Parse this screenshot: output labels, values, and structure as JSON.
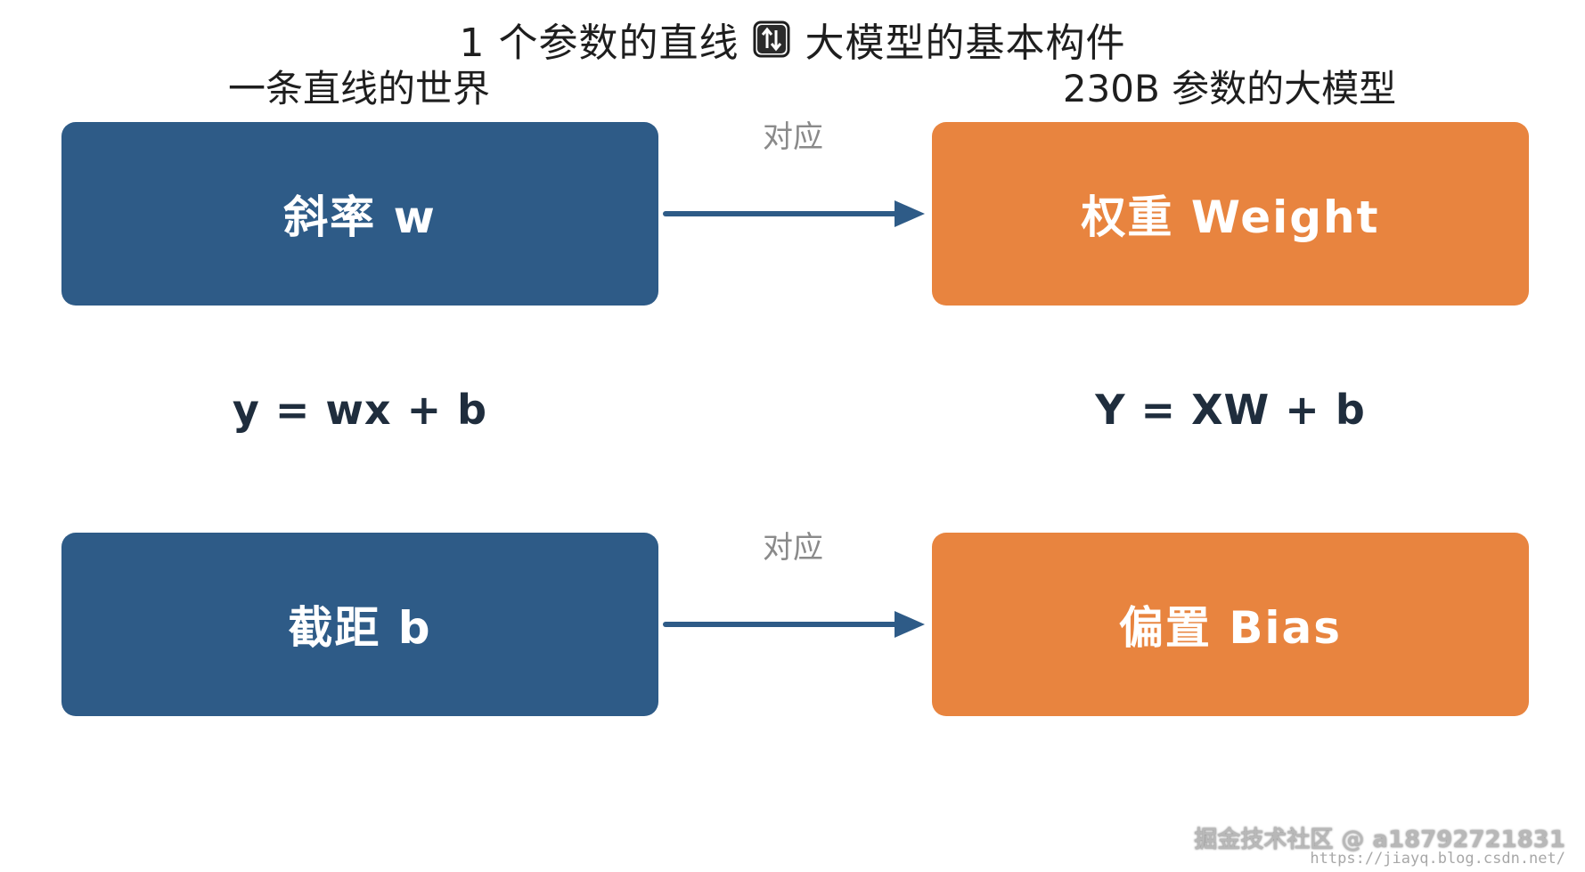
{
  "title": {
    "before": "1 个参数的直线",
    "icon": "swap-vertical-icon",
    "after": "大模型的基本构件"
  },
  "headings": {
    "left": "一条直线的世界",
    "right": "230B 参数的大模型"
  },
  "rows": [
    {
      "left_box": "斜率 w",
      "connector_label": "对应",
      "right_box": "权重 Weight"
    },
    {
      "left_box": "截距 b",
      "connector_label": "对应",
      "right_box": "偏置 Bias"
    }
  ],
  "formulas": {
    "left": "y = wx + b",
    "right": "Y = XW + b"
  },
  "watermark": {
    "text": "掘金技术社区 @ a18792721831",
    "url": "https://jiayq.blog.csdn.net/"
  },
  "colors": {
    "left_box": "#2e5b87",
    "right_box": "#e8843f",
    "arrow": "#2e5b87",
    "connector_label": "#8a8a8a"
  }
}
